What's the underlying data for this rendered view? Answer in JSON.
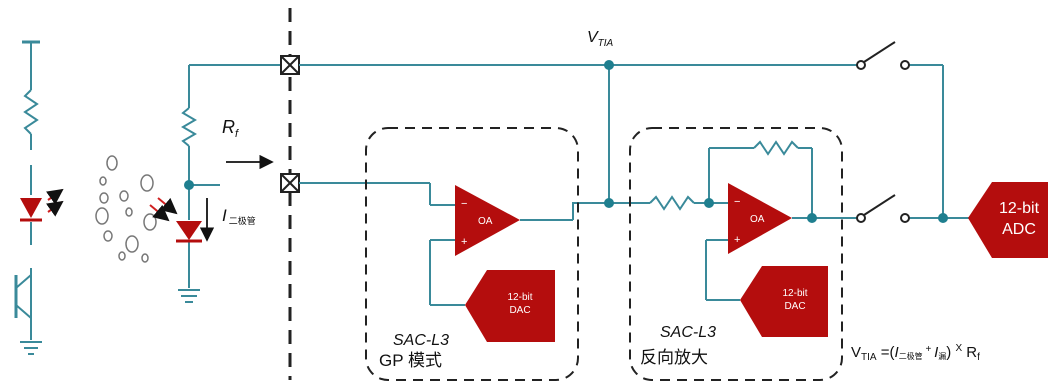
{
  "labels": {
    "vtia_main": "V",
    "vtia_main_sub": "TIA",
    "rf_main": "R",
    "rf_main_sub": "f",
    "i_diode": "I",
    "i_diode_sub": "二极管",
    "sac_left": "SAC-L3",
    "mode_left": "GP 模式",
    "sac_right": "SAC-L3",
    "mode_right": "反向放大"
  },
  "blocks": {
    "oa_left": {
      "name": "OA",
      "minus": "−",
      "plus": "+"
    },
    "oa_right": {
      "name": "OA",
      "minus": "−",
      "plus": "+"
    },
    "dac_left": {
      "line1": "12-bit",
      "line2": "DAC"
    },
    "dac_right": {
      "line1": "12-bit",
      "line2": "DAC"
    },
    "adc": {
      "line1": "12-bit",
      "line2": "ADC"
    }
  },
  "formula": {
    "v": "V",
    "v_sub": "TIA",
    "eq": " =(",
    "i1": "I",
    "i1_sub": "二极管",
    "plus": " + ",
    "i2": "I",
    "i2_sub": "漏",
    "close": ") ",
    "times": "X",
    "r": " R",
    "r_sub": "f"
  },
  "colors": {
    "wire": "#3a8a9a",
    "node": "#1f7f8f",
    "block_red": "#b40d0d",
    "dashed": "#222222"
  }
}
